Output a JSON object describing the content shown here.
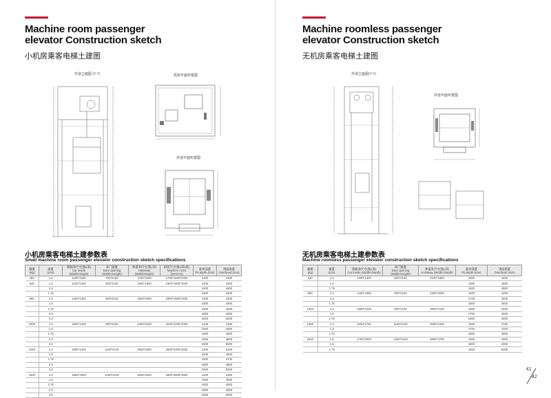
{
  "left_page": {
    "title_en": "Machine room passenger elevator Construction sketch",
    "title_cn": "小机房乘客电梯土建图",
    "drawing_labels": {
      "section": "井道立面图 (Y-Y)",
      "machine_room_plan": "机房平面布置图",
      "shaft_plan": "井道平面布置图"
    },
    "spec_title_cn": "小机房乘客电梯土建参数表",
    "spec_title_en": "Small machine room passenger elevator construction sketch specifications",
    "headers": [
      "载重\n(kg)",
      "速度\n(m/s)",
      "轿厢净尺寸(宽x深)\nCar inside (Width×Depth)",
      "开门宽度\nDoor opening (Width×Height)",
      "井道净尺寸(宽x深)\nHoistway (Width×Depth)",
      "机房尺寸(宽x深x高)\nMachine room (W×D×H)",
      "底坑深度\nPit depth (mm)",
      "顶层高度\nOverhead (mm)"
    ],
    "rows": [
      [
        "450",
        "1.0",
        "1100*1100",
        "700*2100",
        "1700*1600",
        "1700*1600*2200",
        "1400",
        "4300"
      ],
      [
        "630",
        "1.0",
        "1100*1400",
        "800*2100",
        "1900*1800",
        "1900*1800*2200",
        "1400",
        "4300"
      ],
      [
        "",
        "1.6",
        "",
        "",
        "",
        "",
        "1500",
        "4500"
      ],
      [
        "",
        "1.75",
        "",
        "",
        "",
        "",
        "1600",
        "4600"
      ],
      [
        "800",
        "1.0",
        "1400*1350",
        "800*2100",
        "1900*1900",
        "1900*1900*2200",
        "1400",
        "4300"
      ],
      [
        "",
        "1.6",
        "",
        "",
        "",
        "",
        "1500",
        "4500"
      ],
      [
        "",
        "1.75",
        "",
        "",
        "",
        "",
        "1600",
        "4600"
      ],
      [
        "",
        "2.0",
        "",
        "",
        "",
        "",
        "1800",
        "4800"
      ],
      [
        "",
        "2.5",
        "",
        "",
        "",
        "",
        "2000",
        "5000"
      ],
      [
        "1000",
        "1.0",
        "1600*1400",
        "900*2100",
        "2200*2200",
        "2200*2200*2300",
        "1400",
        "4300"
      ],
      [
        "",
        "1.6",
        "",
        "",
        "",
        "",
        "1500",
        "4500"
      ],
      [
        "",
        "1.75",
        "",
        "",
        "",
        "",
        "1600",
        "4600"
      ],
      [
        "",
        "2.0",
        "",
        "",
        "",
        "",
        "1800",
        "4800"
      ],
      [
        "",
        "2.5",
        "",
        "",
        "",
        "",
        "2000",
        "5000"
      ],
      [
        "1250",
        "1.0",
        "1950*1400",
        "1100*2100",
        "2500*2300",
        "2500*2300*2500",
        "1400",
        "4300"
      ],
      [
        "",
        "1.6",
        "",
        "",
        "",
        "",
        "1500",
        "4500"
      ],
      [
        "",
        "1.75",
        "",
        "",
        "",
        "",
        "1600",
        "4700"
      ],
      [
        "",
        "2.0",
        "",
        "",
        "",
        "",
        "1800",
        "4800"
      ],
      [
        "",
        "2.5",
        "",
        "",
        "",
        "",
        "2000",
        "5000"
      ],
      [
        "1600",
        "1.0",
        "1950*1800",
        "1200*2100",
        "2600*2600",
        "2600*2600*2500",
        "1400",
        "4300"
      ],
      [
        "",
        "1.6",
        "",
        "",
        "",
        "",
        "1500",
        "4500"
      ],
      [
        "",
        "1.75",
        "",
        "",
        "",
        "",
        "1600",
        "4600"
      ],
      [
        "",
        "2.0",
        "",
        "",
        "",
        "",
        "1800",
        "4800"
      ],
      [
        "",
        "2.5",
        "",
        "",
        "",
        "",
        "2000",
        "5000"
      ]
    ]
  },
  "right_page": {
    "title_en": "Machine roomless passenger elevator Construction sketch",
    "title_cn": "无机房乘客电梯土建图",
    "drawing_labels": {
      "section": "井道立面图(Y-Y)",
      "shaft_plan": "井道平面布置图"
    },
    "spec_title_cn": "无机房乘客电梯土建参数表",
    "spec_title_en": "Machine roomless passenger elevator construction sketch specifications",
    "headers": [
      "载重\n(kg)",
      "速度\n(m/s)",
      "轿厢净尺寸(宽x深)\nCar inside (Width×Depth)",
      "开门宽度\nDoor opening (Width×Height)",
      "井道净尺寸(宽x深)\nHoistway (Width×Depth)",
      "底坑深度\nPit depth (mm)",
      "顶层高度\nOverhead (mm)"
    ],
    "rows": [
      [
        "630",
        "1.0",
        "1200*1300",
        "800*2100",
        "2100*1800",
        "1500",
        "4400"
      ],
      [
        "",
        "1.5",
        "",
        "",
        "",
        "1600",
        "4500"
      ],
      [
        "",
        "1.75",
        "",
        "",
        "",
        "1600",
        "4600"
      ],
      [
        "800",
        "1.0",
        "1400*1350",
        "800*2100",
        "2300*2000",
        "1500",
        "4400"
      ],
      [
        "",
        "1.5",
        "",
        "",
        "",
        "1700",
        "4500"
      ],
      [
        "",
        "1.75",
        "",
        "",
        "",
        "1600",
        "4600"
      ],
      [
        "1000",
        "1.0",
        "1600*1400",
        "900*2100",
        "2500*2100",
        "1500",
        "4400"
      ],
      [
        "",
        "1.5",
        "",
        "",
        "",
        "1700",
        "4500"
      ],
      [
        "",
        "1.75",
        "",
        "",
        "",
        "1600",
        "4600"
      ],
      [
        "1250",
        "1.0",
        "1600*1750",
        "1100*2100",
        "2600*2400",
        "1500",
        "4700"
      ],
      [
        "",
        "1.5",
        "",
        "",
        "",
        "1700",
        "4700"
      ],
      [
        "",
        "1.75",
        "",
        "",
        "",
        "1800",
        "4800"
      ],
      [
        "1600",
        "1.0",
        "1750*2000",
        "1200*2100",
        "2800*2700",
        "1600",
        "4900"
      ],
      [
        "",
        "1.5",
        "",
        "",
        "",
        "1800",
        "4900"
      ],
      [
        "",
        "1.75",
        "",
        "",
        "",
        "1800",
        "5000"
      ]
    ],
    "page_number": "41",
    "page_number_2": "42"
  }
}
